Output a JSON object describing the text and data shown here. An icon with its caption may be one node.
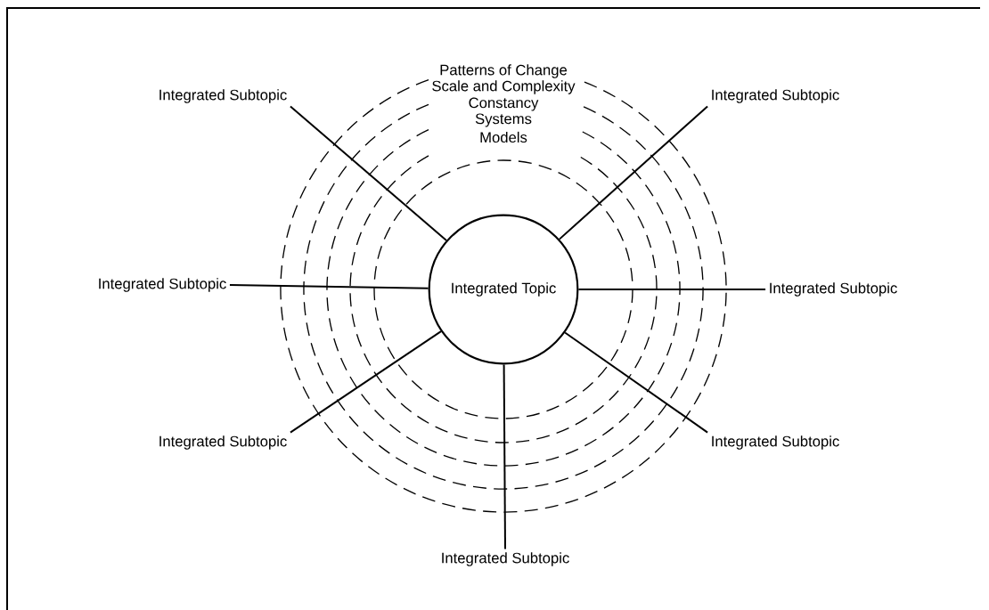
{
  "diagram": {
    "nodes": [
      {
        "text": [
          "Integrated Topic"
        ]
      },
      {
        "text": [
          "Integrated Subtopic"
        ]
      },
      {
        "text": [
          "Integrated Subtopic"
        ]
      },
      {
        "text": [
          "Integrated Subtopic"
        ]
      },
      {
        "text": [
          "Integrated Subtopic"
        ]
      },
      {
        "text": [
          "Integrated Subtopic"
        ]
      },
      {
        "text": [
          "Integrated Subtopic"
        ]
      },
      {
        "text": [
          "Integrated Subtopic"
        ]
      }
    ],
    "edges": [
      {
        "from": 0,
        "to": 1,
        "arrow": "none"
      },
      {
        "from": 0,
        "to": 2,
        "arrow": "none"
      },
      {
        "from": 0,
        "to": 3,
        "arrow": "none"
      },
      {
        "from": 0,
        "to": 4,
        "arrow": "none"
      },
      {
        "from": 0,
        "to": 5,
        "arrow": "none"
      },
      {
        "from": 0,
        "to": 6,
        "arrow": "none"
      },
      {
        "from": 0,
        "to": 7,
        "arrow": "none"
      }
    ],
    "labels": [
      "Patterns of Change",
      "Scale and Complexity",
      "Constancy",
      "Systems",
      "Models"
    ]
  }
}
